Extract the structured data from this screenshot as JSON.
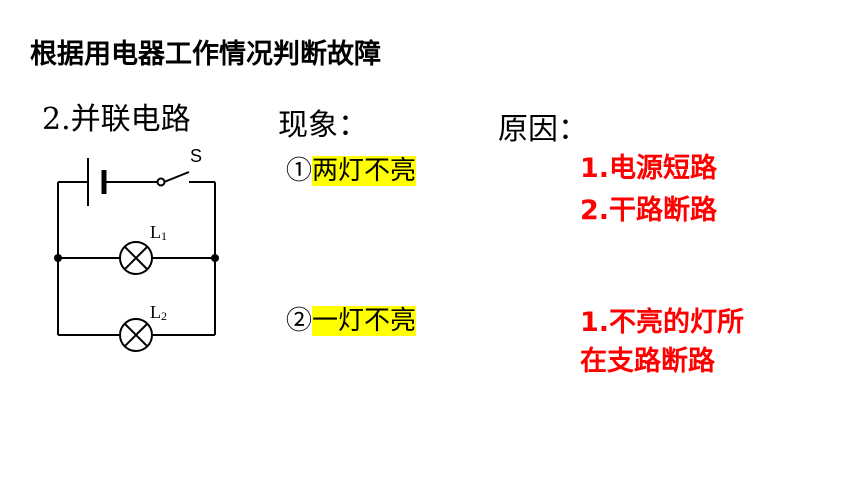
{
  "title": "根据用电器工作情况判断故障",
  "subtitle": "2.并联电路",
  "phenomenon_heading": "现象：",
  "cause_heading": "原因：",
  "phenomena": [
    {
      "marker": "①",
      "text": "两灯不亮"
    },
    {
      "marker": "②",
      "text": "一灯不亮"
    }
  ],
  "causes": {
    "case1": [
      "1.电源短路",
      "2.干路断路"
    ],
    "case2": [
      "1.不亮的灯所",
      "在支路断路"
    ]
  },
  "circuit": {
    "switch_label": "S",
    "lamp1_label": "L",
    "lamp1_sub": "1",
    "lamp2_label": "L",
    "lamp2_sub": "2"
  },
  "colors": {
    "cause_text": "#ff0000",
    "highlight": "#ffff00"
  }
}
